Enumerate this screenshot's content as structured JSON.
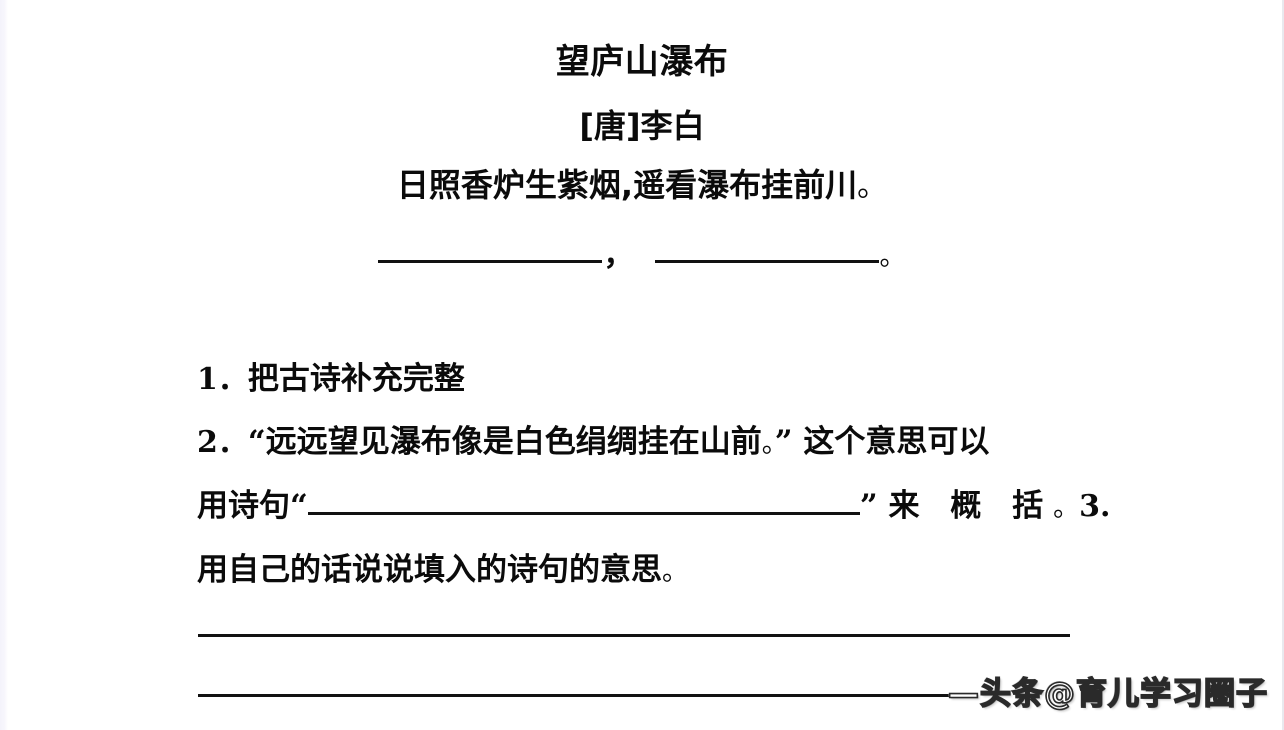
{
  "document": {
    "type": "chinese-poetry-worksheet",
    "background_color": "#ffffff",
    "text_color": "#0b0b0b",
    "rule_color": "#111111"
  },
  "poem": {
    "title": "望庐山瀑布",
    "author": "[唐]李白",
    "line1": "日照香炉生紫烟,遥看瀑布挂前川",
    "line1_end_punct": "。",
    "line2_separator": "，",
    "line2_end_punct": "。",
    "line2_blank_note": "blank"
  },
  "questions": [
    {
      "number": "1．",
      "text": "把古诗补充完整"
    },
    {
      "number": "2．",
      "quote_open": "“",
      "quoted_text": "远远望见瀑布像是白色绢绸挂在山前",
      "quoted_end_punct": "。",
      "quote_close": "”",
      "text_after": "这个意思可以",
      "continuation_prefix": "用诗句",
      "continuation_quote_open": "“",
      "continuation_quote_close": "”",
      "continuation_suffix": "来 概 括",
      "continuation_end_punct": "。"
    },
    {
      "number": "3.",
      "text": "用自己的话说说填入的诗句的意思",
      "end_punct": "。"
    }
  ],
  "answer_lines": [
    {
      "label": "answer-line-1"
    },
    {
      "label": "answer-line-2"
    }
  ],
  "watermark": {
    "text": "—头条@育儿学习圈子"
  }
}
